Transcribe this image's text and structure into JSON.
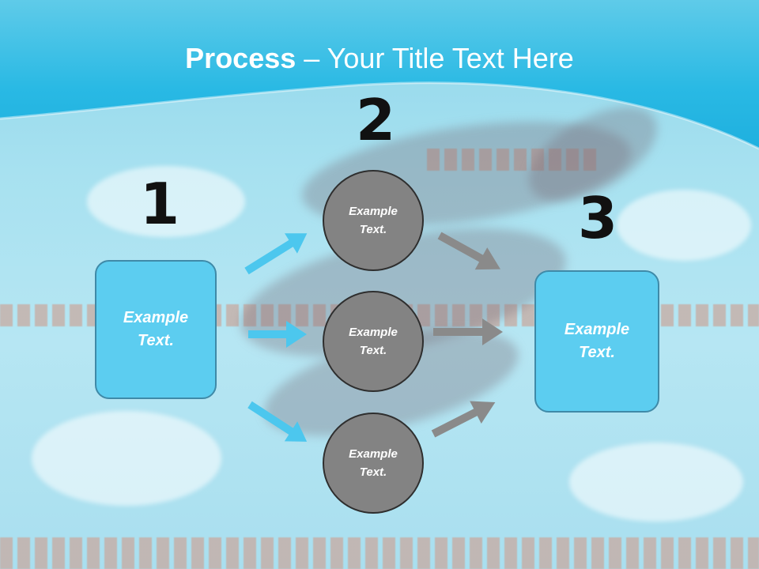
{
  "title": {
    "bold": "Process",
    "rest": " – Your Title Text Here"
  },
  "steps": [
    {
      "number": "1",
      "box_line1": "Example",
      "box_line2": "Text."
    },
    {
      "number": "2",
      "circles": [
        {
          "line1": "Example",
          "line2": "Text."
        },
        {
          "line1": "Example",
          "line2": "Text."
        },
        {
          "line1": "Example",
          "line2": "Text."
        }
      ]
    },
    {
      "number": "3",
      "box_line1": "Example",
      "box_line2": "Text."
    }
  ],
  "colors": {
    "banner": "#25b8e2",
    "box": "#5ccdf0",
    "circle": "#838383",
    "arrow_blue": "#4cc7ee",
    "arrow_gray": "#8a8a8a"
  }
}
